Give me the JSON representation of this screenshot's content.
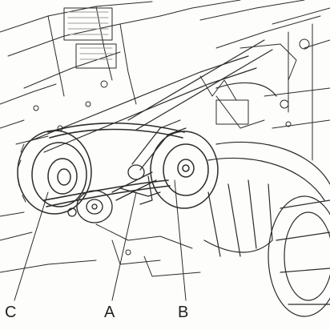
{
  "figure": {
    "callouts": [
      {
        "label": "C"
      },
      {
        "label": "A"
      },
      {
        "label": "B"
      }
    ],
    "colors": {
      "ink": "#2b2b2b",
      "paper": "#fdfdfb",
      "shade": "#9a9a9a"
    }
  }
}
